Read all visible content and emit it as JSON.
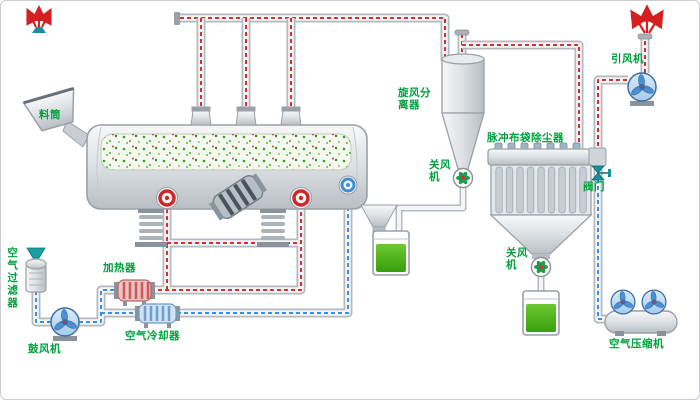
{
  "diagram": {
    "labels": {
      "hopper": "料筒",
      "cyclone": "旋风分\n离器",
      "cyclone_airlock": "关风\n机",
      "bag_filter": "脉冲布袋除尘器",
      "valve": "阀门",
      "bag_airlock": "关风\n机",
      "induced_fan": "引风机",
      "air_filter": "空气过滤器",
      "blower": "鼓风机",
      "heater": "加热器",
      "air_cooler": "空气冷却器",
      "air_compressor": "空气压缩机"
    },
    "colors": {
      "label_green": "#00a03c",
      "hot_line_red": "#d43030",
      "cold_line_blue": "#3e8ede",
      "tank_liquid_green": "#43ad12",
      "fan_blue": "#4f8fd0",
      "valve_teal": "#12929a",
      "metal_gray": "#c9ced4"
    }
  }
}
